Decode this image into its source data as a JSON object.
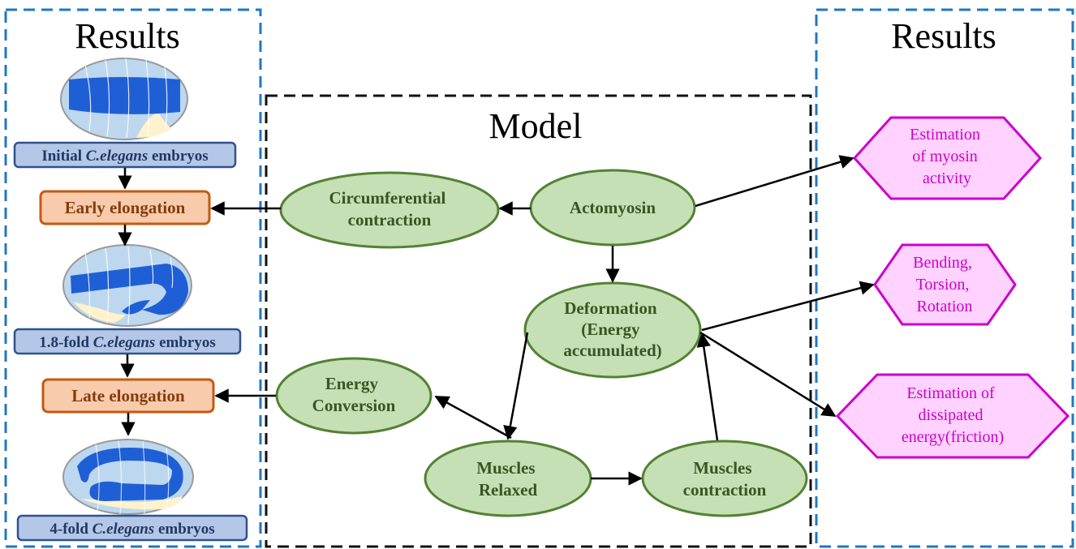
{
  "left_panel": {
    "title": "Results",
    "stages": [
      {
        "label_prefix": "Initial ",
        "label_italic": "C.elegans",
        "label_suffix": " embryos"
      },
      {
        "label_prefix": "1.8-fold ",
        "label_italic": "C.elegans",
        "label_suffix": " embryos"
      },
      {
        "label_prefix": "4-fold ",
        "label_italic": "C.elegans",
        "label_suffix": " embryos"
      }
    ],
    "phases": [
      "Early elongation",
      "Late elongation"
    ]
  },
  "model_panel": {
    "title": "Model",
    "nodes": {
      "circumferential": [
        "Circumferential",
        "contraction"
      ],
      "actomyosin": [
        "Actomyosin"
      ],
      "deformation": [
        "Deformation",
        "(Energy",
        "accumulated)"
      ],
      "energy_conversion": [
        "Energy",
        "Conversion"
      ],
      "muscles_relaxed": [
        "Muscles",
        "Relaxed"
      ],
      "muscles_contraction": [
        "Muscles",
        "contraction"
      ]
    }
  },
  "right_panel": {
    "title": "Results",
    "outcomes": {
      "myosin": [
        "Estimation",
        "of myosin",
        "activity"
      ],
      "bending": [
        "Bending,",
        "Torsion,",
        "Rotation"
      ],
      "dissipated": [
        "Estimation of",
        "dissipated",
        "energy(friction)"
      ]
    }
  },
  "colors": {
    "panel_border_blue": "#1f77c4",
    "panel_border_black": "#111111",
    "stage_box_fill": "#b4c7e7",
    "stage_box_stroke": "#2f528f",
    "stage_text": "#203864",
    "phase_box_fill": "#f8cbad",
    "phase_box_stroke": "#c55a11",
    "phase_text": "#843c0c",
    "node_fill": "#c5e0b4",
    "node_stroke": "#538135",
    "node_text": "#375623",
    "outcome_fill": "#ffd2ff",
    "outcome_stroke": "#cc00cc",
    "outcome_text": "#cc00cc",
    "embryo_shell": "#bdd7ee",
    "embryo_body": "#1f5fd6",
    "embryo_yolk": "#fff2cc"
  }
}
